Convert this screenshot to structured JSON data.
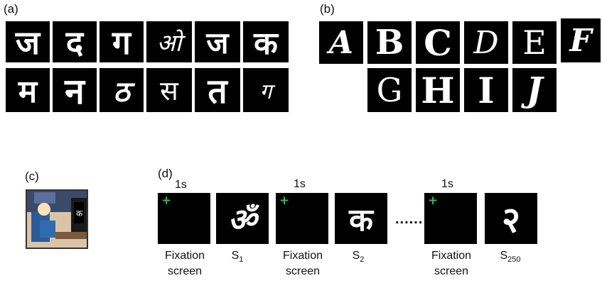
{
  "panels": {
    "a_label": "(a)",
    "b_label": "(b)",
    "c_label": "(c)",
    "d_label": "(d)"
  },
  "panel_a": {
    "row1": [
      "ज",
      "द",
      "ग",
      "ओ",
      "ज",
      "क"
    ],
    "row2": [
      "म",
      "न",
      "ठ",
      "स",
      "त",
      "ग"
    ]
  },
  "panel_b": {
    "row1": [
      "A",
      "B",
      "C",
      "D",
      "E",
      "F"
    ],
    "row2": [
      "G",
      "H",
      "I",
      "J"
    ]
  },
  "panel_d": {
    "time_1": "1s",
    "time_2": "1s",
    "time_3": "1s",
    "fixation_symbol": "+",
    "stim_1_glyph": "ॐ",
    "stim_2_glyph": "क",
    "stim_3_glyph": "२",
    "ellipsis": "......",
    "captions": {
      "fixation_1": "Fixation",
      "fixation_1b": "screen",
      "s1": "S",
      "s1_sub": "1",
      "fixation_2": "Fixation",
      "fixation_2b": "screen",
      "s2": "S",
      "s2_sub": "2",
      "fixation_3": "Fixation",
      "fixation_3b": "screen",
      "s250": "S",
      "s250_sub": "250"
    }
  },
  "colors": {
    "fixation_cross": "#22c55e",
    "tile_bg": "#000000",
    "glyph": "#ffffff"
  }
}
